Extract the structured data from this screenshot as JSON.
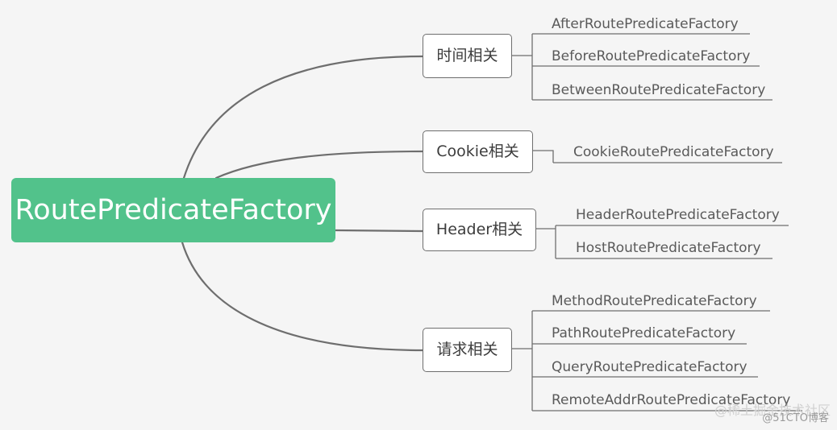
{
  "root": {
    "label": "RoutePredicateFactory"
  },
  "branches": [
    {
      "label": "时间相关",
      "leaves": [
        "AfterRoutePredicateFactory",
        "BeforeRoutePredicateFactory",
        "BetweenRoutePredicateFactory"
      ]
    },
    {
      "label": "Cookie相关",
      "leaves": [
        "CookieRoutePredicateFactory"
      ]
    },
    {
      "label": "Header相关",
      "leaves": [
        "HeaderRoutePredicateFactory",
        "HostRoutePredicateFactory"
      ]
    },
    {
      "label": "请求相关",
      "leaves": [
        "MethodRoutePredicateFactory",
        "PathRoutePredicateFactory",
        "QueryRoutePredicateFactory",
        "RemoteAddrRoutePredicateFactory"
      ]
    }
  ],
  "watermark": {
    "text": "@稀土掘金技术社区",
    "sub": "@51CTO博客"
  },
  "colors": {
    "root_bg": "#52c28b",
    "line": "#6e6e6e",
    "background": "#f5f5f5"
  }
}
